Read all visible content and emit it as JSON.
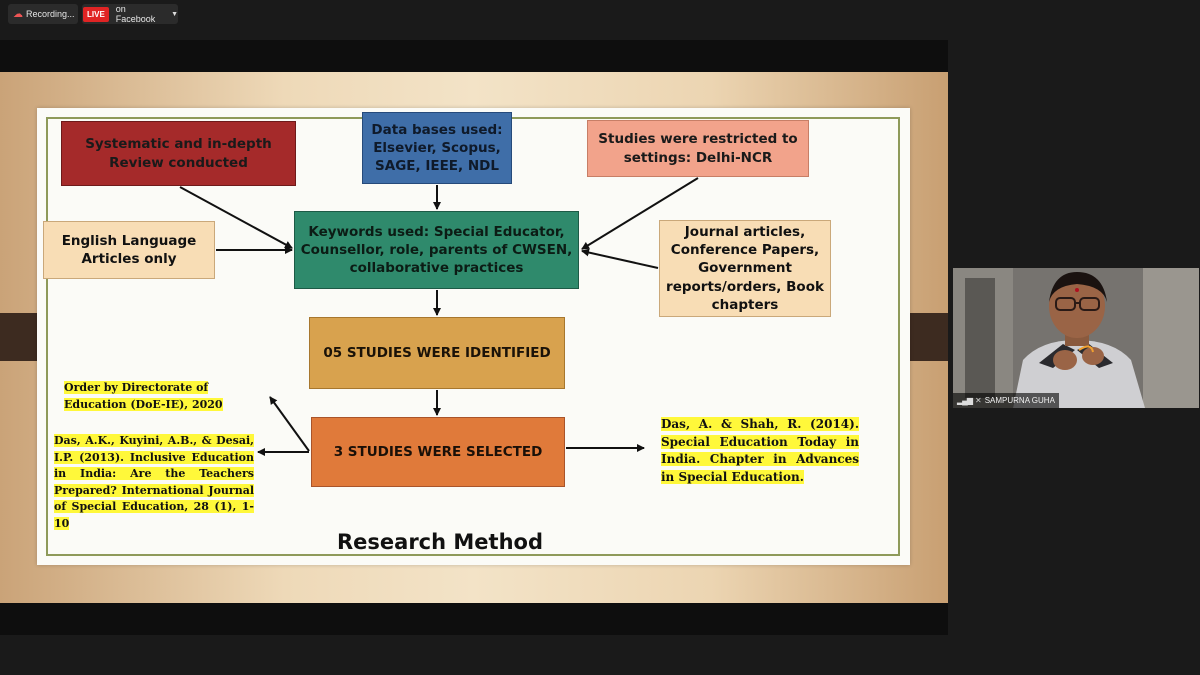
{
  "topbar": {
    "recording_label": "Recording...",
    "live_badge": "LIVE",
    "stream_target": "on Facebook"
  },
  "slide": {
    "boxes": {
      "systematic": "Systematic and in-depth Review conducted",
      "databases": "Data bases used: Elsevier, Scopus, SAGE, IEEE, NDL",
      "restricted": "Studies were restricted to settings: Delhi-NCR",
      "english": "English Language Articles only",
      "keywords": "Keywords used: Special Educator, Counsellor, role, parents of CWSEN, collaborative practices",
      "journal": "Journal articles, Conference Papers, Government reports/orders, Book chapters",
      "identified": "05 STUDIES WERE IDENTIFIED",
      "selected": "3 STUDIES WERE SELECTED"
    },
    "notes": {
      "order": "Order by Directorate of Education (DoE-IE), 2020",
      "das_kuyini": "Das, A.K., Kuyini, A.B., & Desai, I.P. (2013). Inclusive Education in India: Are the Teachers Prepared? International Journal of Special Education, 28 (1), 1-10",
      "das_shah": "Das, A. & Shah, R. (2014). Special Education Today in India. Chapter in Advances in Special Education."
    },
    "title": "Research Method"
  },
  "participant": {
    "name": "SAMPURNA GUHA"
  },
  "colors": {
    "live_red": "#e02424",
    "highlight_yellow": "#fff83a",
    "systematic_box": "#a52a2a",
    "databases_box": "#3f6ea8",
    "restricted_box": "#f2a38b",
    "keywords_box": "#2f8a6c",
    "identified_box": "#d8a24e",
    "selected_box": "#e07a3a",
    "beige_box": "#f8ddb5"
  },
  "icons": {
    "recording": "cloud-record-icon",
    "dropdown": "chevron-down-icon",
    "signal": "signal-bars-icon",
    "mic": "mic-muted-icon"
  }
}
